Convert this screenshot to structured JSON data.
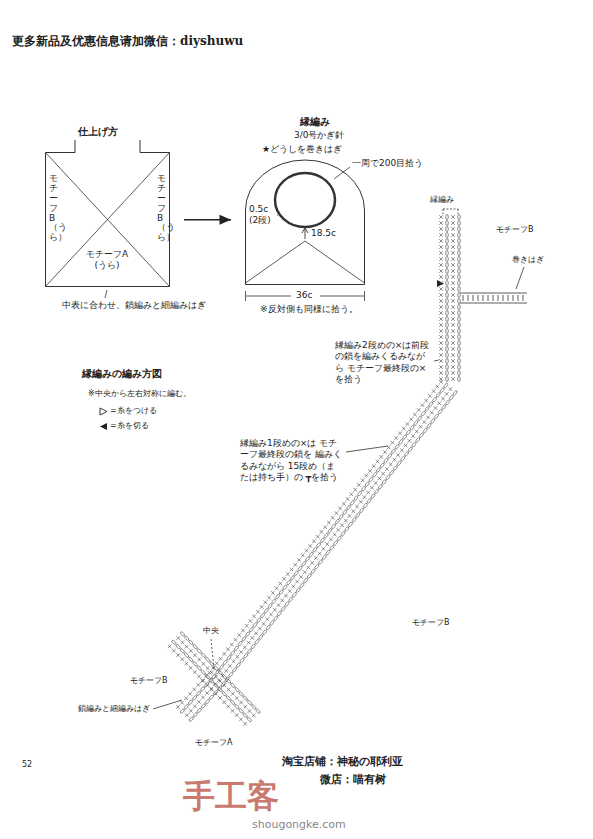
{
  "diagram": {
    "nodes": [
      {
        "text": [
          "モチーフB（うら）",
          "モチーフB（うら）",
          "モチーフA (うら)"
        ]
      },
      {
        "text": [
          "18.5c"
        ]
      }
    ],
    "edges": [
      {
        "from": 0,
        "to": 1,
        "arrow": "to"
      }
    ],
    "labels": [
      "更多新品及优惠信息请加微信：diyshuwu",
      "仕上げ方",
      "中表に合わせ、鎖編みと細編みはぎ",
      "縁編み",
      "3/0号かぎ針",
      "★どうしを巻きはぎ",
      "一周で200目拾う",
      "0.5c (2段)",
      "36c",
      "※反対側も同様に拾う。",
      "縁編みの編み方図",
      "※中央から左右対称に編む。",
      "=糸をつける",
      "=糸を切る",
      "縁編み",
      "モチーフB",
      "巻きはぎ",
      "縁編み2段めの×は前段 の鎖を編みくるみながら モチーフ最終段の×を拾う",
      "縁編み1段めの×は モチーフ最終段の鎖を 編みくるみながら 15段め（または持ち手）の ┳を拾う",
      "モチーフB",
      "中央",
      "モチーフB",
      "鎖編みと細編みはぎ",
      "モチーフA",
      "52",
      "淘宝店铺：神秘の耶利亚",
      "微店：喵有树",
      "手工客",
      "shougongke.com"
    ]
  }
}
